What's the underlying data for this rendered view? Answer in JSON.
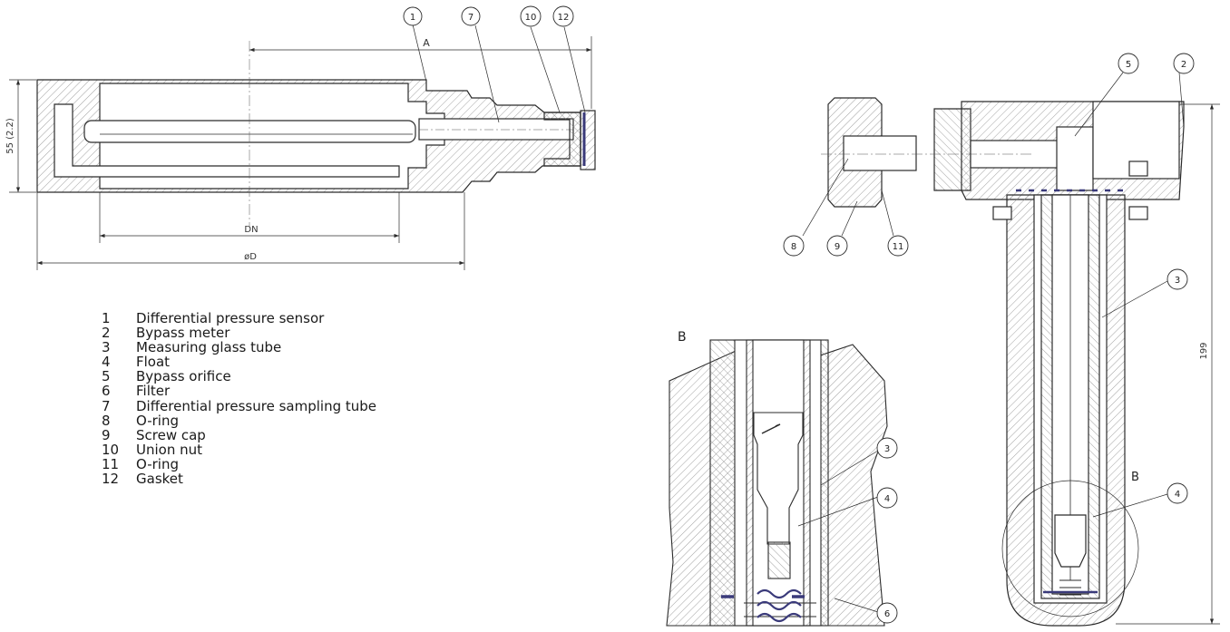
{
  "dimensions": {
    "width_label": "A",
    "height_label": "55 (2.2)",
    "inner_label": "DN",
    "outer_label": "øD",
    "total_height_label": "199"
  },
  "detail_label": "B",
  "callouts": {
    "left": [
      "1",
      "7",
      "10",
      "12"
    ],
    "right_top": [
      "5",
      "2"
    ],
    "right_bottom_left": [
      "8",
      "9",
      "11"
    ],
    "right_side": [
      "3",
      "4"
    ],
    "detail": [
      "3",
      "4",
      "6"
    ]
  },
  "legend": [
    {
      "num": "1",
      "text": "Differential pressure sensor"
    },
    {
      "num": "2",
      "text": "Bypass meter"
    },
    {
      "num": "3",
      "text": "Measuring glass tube"
    },
    {
      "num": "4",
      "text": "Float"
    },
    {
      "num": "5",
      "text": "Bypass orifice"
    },
    {
      "num": "6",
      "text": "Filter"
    },
    {
      "num": "7",
      "text": "Differential pressure sampling tube"
    },
    {
      "num": "8",
      "text": "O-ring"
    },
    {
      "num": "9",
      "text": "Screw cap"
    },
    {
      "num": "10",
      "text": "Union nut"
    },
    {
      "num": "11",
      "text": "O-ring"
    },
    {
      "num": "12",
      "text": "Gasket"
    }
  ],
  "colors": {
    "line": "#2b2b2b",
    "hatch": "#8a8a8a",
    "seal": "#3a3a7a",
    "thin": "#555555"
  }
}
